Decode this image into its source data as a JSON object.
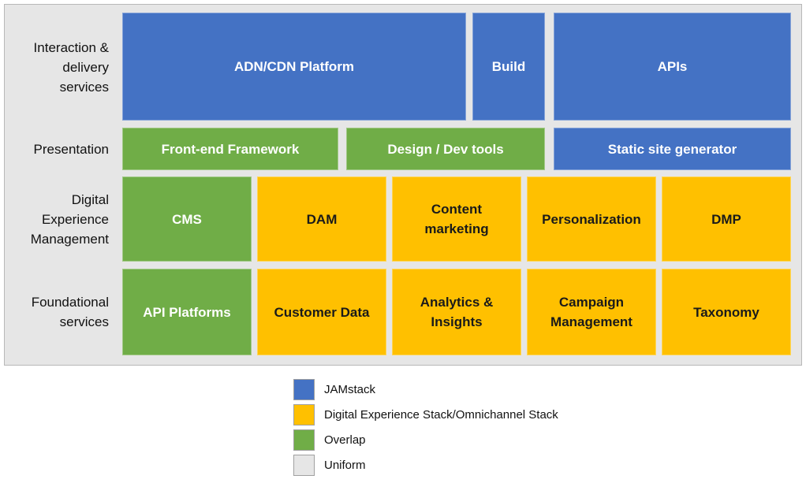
{
  "row_labels": {
    "interaction": [
      "Interaction &",
      "delivery",
      "services"
    ],
    "presentation": [
      "Presentation"
    ],
    "dem": [
      "Digital",
      "Experience",
      "Management"
    ],
    "foundational": [
      "Foundational",
      "services"
    ]
  },
  "boxes": {
    "adn_cdn": "ADN/CDN Platform",
    "build": "Build",
    "apis": "APIs",
    "frontend": "Front-end Framework",
    "design_dev": "Design / Dev tools",
    "ssg": "Static site generator",
    "cms": "CMS",
    "dam": "DAM",
    "content_marketing": [
      "Content",
      "marketing"
    ],
    "personalization": "Personalization",
    "dmp": "DMP",
    "api_platforms": "API Platforms",
    "customer_data": "Customer Data",
    "analytics": [
      "Analytics &",
      "Insights"
    ],
    "campaign": [
      "Campaign",
      "Management"
    ],
    "taxonomy": "Taxonomy"
  },
  "legend": [
    {
      "label": "JAMstack",
      "color": "#4472c4"
    },
    {
      "label": "Digital Experience Stack/Omnichannel Stack",
      "color": "#ffc000"
    },
    {
      "label": "Overlap",
      "color": "#70ad47"
    },
    {
      "label": "Uniform",
      "color": "#e6e6e6"
    }
  ],
  "colors": {
    "jamstack": "#4472c4",
    "dxp": "#ffc000",
    "overlap": "#70ad47",
    "uniform": "#e6e6e6"
  }
}
